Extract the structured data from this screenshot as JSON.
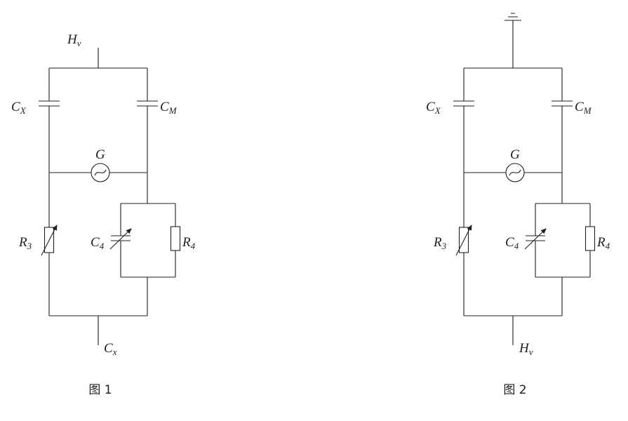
{
  "colors": {
    "line": "#1f1f1f",
    "background": "#ffffff"
  },
  "figure1": {
    "top_label": {
      "main": "H",
      "sub": "v"
    },
    "left_cap_label": {
      "main": "C",
      "sub": "X"
    },
    "right_cap_label": {
      "main": "C",
      "sub": "M"
    },
    "galvanometer_label": {
      "main": "G",
      "sub": ""
    },
    "left_res_label": {
      "main": "R",
      "sub": "3"
    },
    "var_cap_label": {
      "main": "C",
      "sub": "4"
    },
    "right_res_label": {
      "main": "R",
      "sub": "4"
    },
    "bottom_label": {
      "main": "C",
      "sub": "x"
    },
    "caption": "图 1"
  },
  "figure2": {
    "left_cap_label": {
      "main": "C",
      "sub": "X"
    },
    "right_cap_label": {
      "main": "C",
      "sub": "M"
    },
    "galvanometer_label": {
      "main": "G",
      "sub": ""
    },
    "left_res_label": {
      "main": "R",
      "sub": "3"
    },
    "var_cap_label": {
      "main": "C",
      "sub": "4"
    },
    "right_res_label": {
      "main": "R",
      "sub": "4"
    },
    "bottom_label": {
      "main": "H",
      "sub": "v"
    },
    "caption": "图 2"
  }
}
